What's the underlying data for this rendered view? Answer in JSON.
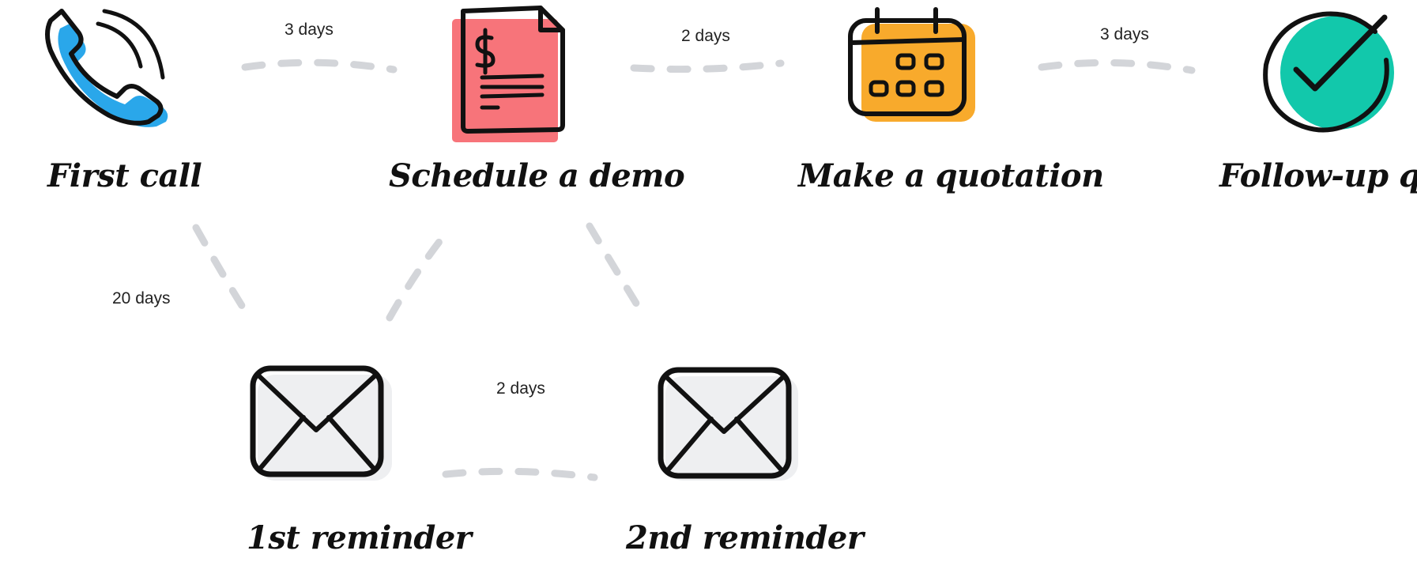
{
  "nodes": {
    "first_call": {
      "label": "First call",
      "icon": "phone-icon",
      "color": "#2aa7ea"
    },
    "schedule_demo": {
      "label": "Schedule a demo",
      "icon": "invoice-document-icon",
      "color": "#f7747a"
    },
    "make_quotation": {
      "label": "Make a quotation",
      "icon": "calendar-icon",
      "color": "#f8aa2c"
    },
    "follow_up_quote": {
      "label": "Follow-up quote",
      "icon": "checkmark-circle-icon",
      "color": "#12c8ab"
    },
    "first_reminder": {
      "label": "1st reminder",
      "icon": "envelope-icon",
      "color": "#eeeff1"
    },
    "second_reminder": {
      "label": "2nd reminder",
      "icon": "envelope-icon",
      "color": "#eeeff1"
    }
  },
  "edges": {
    "first_call_to_demo": {
      "label": "3 days"
    },
    "demo_to_quotation": {
      "label": "2 days"
    },
    "quotation_to_follow_up": {
      "label": "3 days"
    },
    "first_call_to_first_reminder": {
      "label": "20 days"
    },
    "first_reminder_to_second_reminder": {
      "label": "2 days"
    },
    "first_reminder_to_demo": {
      "label": ""
    },
    "demo_to_second_reminder": {
      "label": ""
    }
  },
  "colors": {
    "connector": "#d3d5d9",
    "ink": "#111111"
  }
}
